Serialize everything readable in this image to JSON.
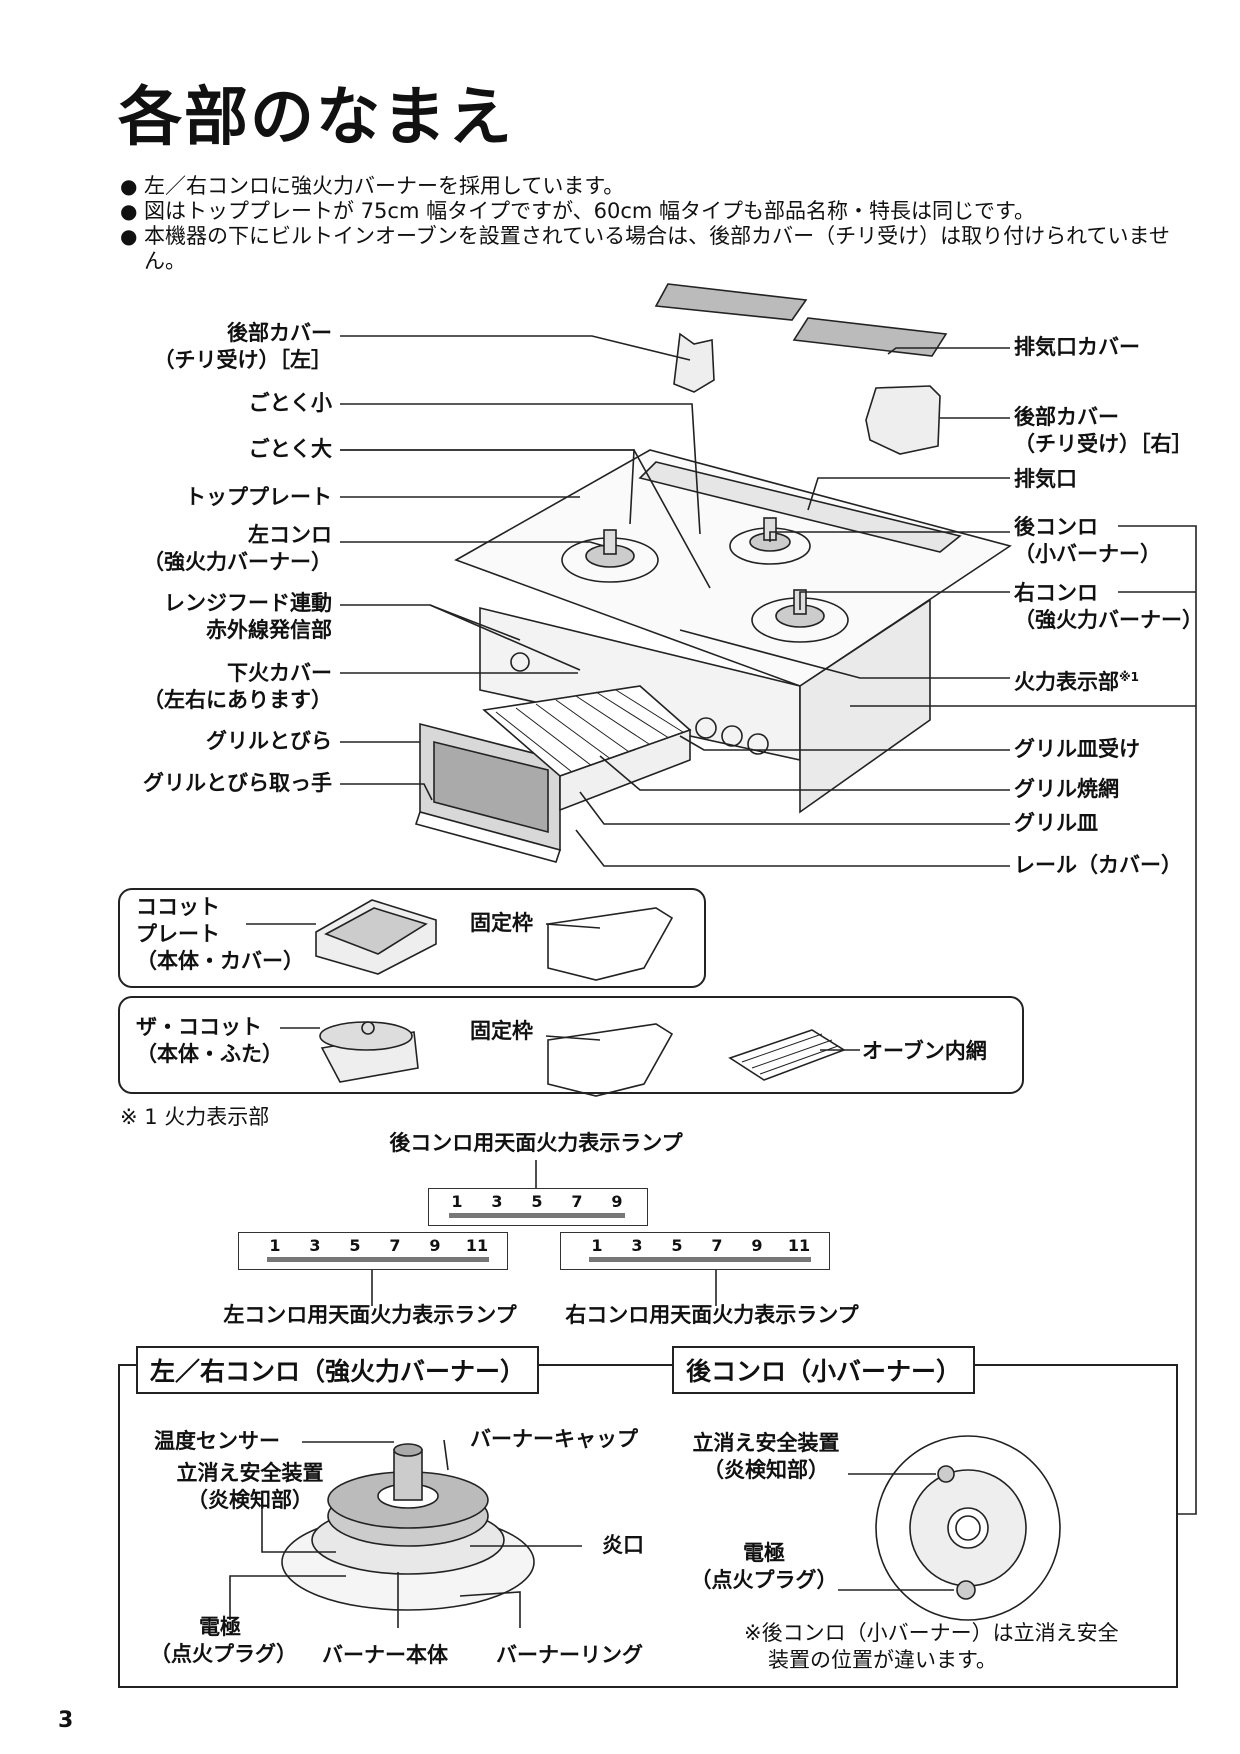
{
  "title": "各部のなまえ",
  "bullets": [
    "左／右コンロに強火力バーナーを採用しています。",
    "図はトッププレートが 75cm 幅タイプですが、60cm 幅タイプも部品名称・特長は同じです。",
    "本機器の下にビルトインオーブンを設置されている場合は、後部カバー（チリ受け）は取り付けられていません。"
  ],
  "left_labels": {
    "rear_cover_left_1": "後部カバー",
    "rear_cover_left_2": "（チリ受け）［左］",
    "gotoku_small": "ごとく小",
    "gotoku_large": "ごとく大",
    "top_plate": "トッププレート",
    "left_burner_1": "左コンロ",
    "left_burner_2": "（強火力バーナー）",
    "hood_link_1": "レンジフード連動",
    "hood_link_2": "赤外線発信部",
    "under_cover_1": "下火カバー",
    "under_cover_2": "（左右にあります）",
    "grill_door": "グリルとびら",
    "grill_door_handle": "グリルとびら取っ手"
  },
  "right_labels": {
    "exhaust_cover": "排気口カバー",
    "rear_cover_right_1": "後部カバー",
    "rear_cover_right_2": "（チリ受け）［右］",
    "exhaust": "排気口",
    "rear_burner_1": "後コンロ",
    "rear_burner_2": "（小バーナー）",
    "right_burner_1": "右コンロ",
    "right_burner_2": "（強火力バーナー）",
    "flame_display": "火力表示部",
    "flame_display_mark": "※1",
    "grill_tray_holder": "グリル皿受け",
    "grill_net": "グリル焼網",
    "grill_tray": "グリル皿",
    "rail": "レール（カバー）"
  },
  "accessories": {
    "cocotte_plate_1": "ココット",
    "cocotte_plate_2": "プレート",
    "cocotte_plate_3": "（本体・カバー）",
    "fixed_frame": "固定枠",
    "the_cocotte_1": "ザ・ココット",
    "the_cocotte_2": "（本体・ふた）",
    "oven_net": "オーブン内網"
  },
  "footnote_title": "※ 1 火力表示部",
  "lamps": {
    "rear_label": "後コンロ用天面火力表示ランプ",
    "rear_nums": [
      "1",
      "3",
      "5",
      "7",
      "9"
    ],
    "left_label": "左コンロ用天面火力表示ランプ",
    "right_label": "右コンロ用天面火力表示ランプ",
    "side_nums": [
      "1",
      "3",
      "5",
      "7",
      "9",
      "11"
    ]
  },
  "burner_section": {
    "left_title": "左／右コンロ（強火力バーナー）",
    "right_title": "後コンロ（小バーナー）",
    "temp_sensor": "温度センサー",
    "burner_cap": "バーナーキャップ",
    "safety_1": "立消え安全装置",
    "safety_2": "（炎検知部）",
    "flame_port": "炎口",
    "electrode_1": "電極",
    "electrode_2": "（点火プラグ）",
    "burner_body": "バーナー本体",
    "burner_ring": "バーナーリング",
    "note_1": "※後コンロ（小バーナー）は立消え安全",
    "note_2": "装置の位置が違います。"
  },
  "page_number": "3"
}
